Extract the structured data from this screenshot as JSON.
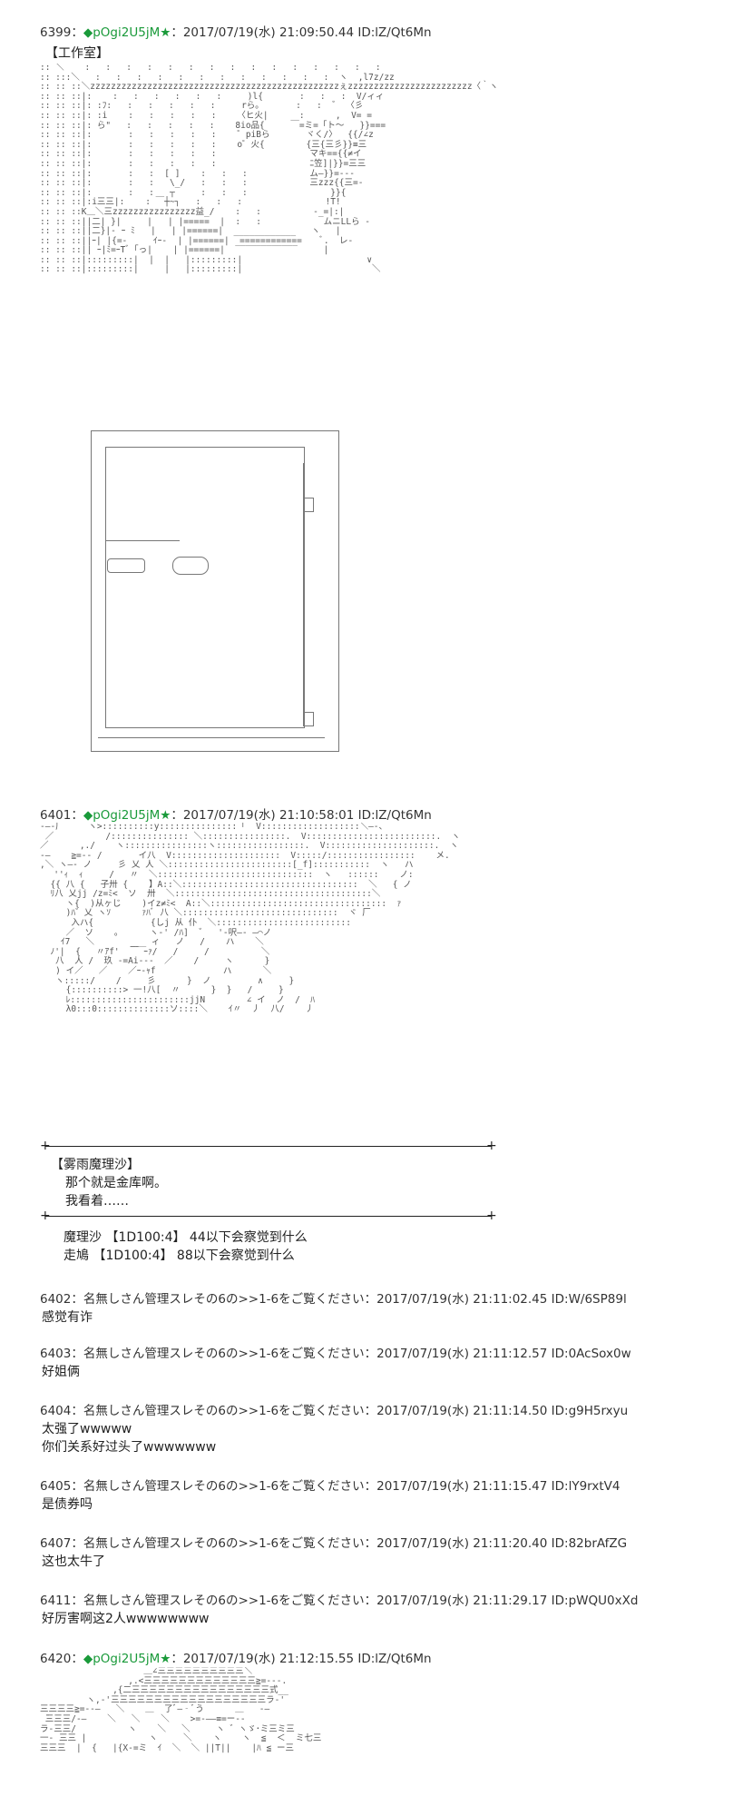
{
  "posts": [
    {
      "number": "6399",
      "sep": "：",
      "trip": "◆pOgi2U5jM",
      "star": "★",
      "datetime": "：2017/07/19(水) 21:09:50.44 ID:lZ/Qt6Mn",
      "body": [
        "【工作室】"
      ]
    },
    {
      "number": "6401",
      "sep": "：",
      "trip": "◆pOgi2U5jM",
      "star": "★",
      "datetime": "：2017/07/19(水) 21:10:58:01 ID:lZ/Qt6Mn",
      "body": [
        "【雾雨魔理沙】",
        "那个就是金库啊。",
        "我看着……",
        "魔理沙 【1D100:4】 44以下会察觉到什么",
        "走鳩 【1D100:4】 88以下会察觉到什么"
      ]
    },
    {
      "number": "6402",
      "header": "6402：名無しさん管理スレその6の>>1-6をご覧ください：2017/07/19(水) 21:11:02.45 ID:W/6SP89l",
      "body": [
        "感觉有诈"
      ]
    },
    {
      "number": "6403",
      "header": "6403：名無しさん管理スレその6の>>1-6をご覧ください：2017/07/19(水) 21:11:12.57 ID:0AcSox0w",
      "body": [
        "好姐俩"
      ]
    },
    {
      "number": "6404",
      "header": "6404：名無しさん管理スレその6の>>1-6をご覧ください：2017/07/19(水) 21:11:14.50 ID:g9H5rxyu",
      "body": [
        "太强了wwwww",
        "你们关系好过头了wwwwwww"
      ]
    },
    {
      "number": "6405",
      "header": "6405：名無しさん管理スレその6の>>1-6をご覧ください：2017/07/19(水) 21:11:15.47 ID:lY9rxtV4",
      "body": [
        "是债券吗"
      ]
    },
    {
      "number": "6407",
      "header": "6407：名無しさん管理スレその6の>>1-6をご覧ください：2017/07/19(水) 21:11:20.40 ID:82brAfZG",
      "body": [
        "这也太牛了"
      ]
    },
    {
      "number": "6411",
      "header": "6411：名無しさん管理スレその6の>>1-6をご覧ください：2017/07/19(水) 21:11:29.17 ID:pWQU0xXd",
      "body": [
        "好厉害啊这2人wwwwwwww"
      ]
    },
    {
      "number": "6420",
      "sep": "：",
      "trip": "◆pOgi2U5jM",
      "star": "★",
      "datetime": "：2017/07/19(水) 21:12:15.55 ID:lZ/Qt6Mn",
      "body": []
    }
  ]
}
